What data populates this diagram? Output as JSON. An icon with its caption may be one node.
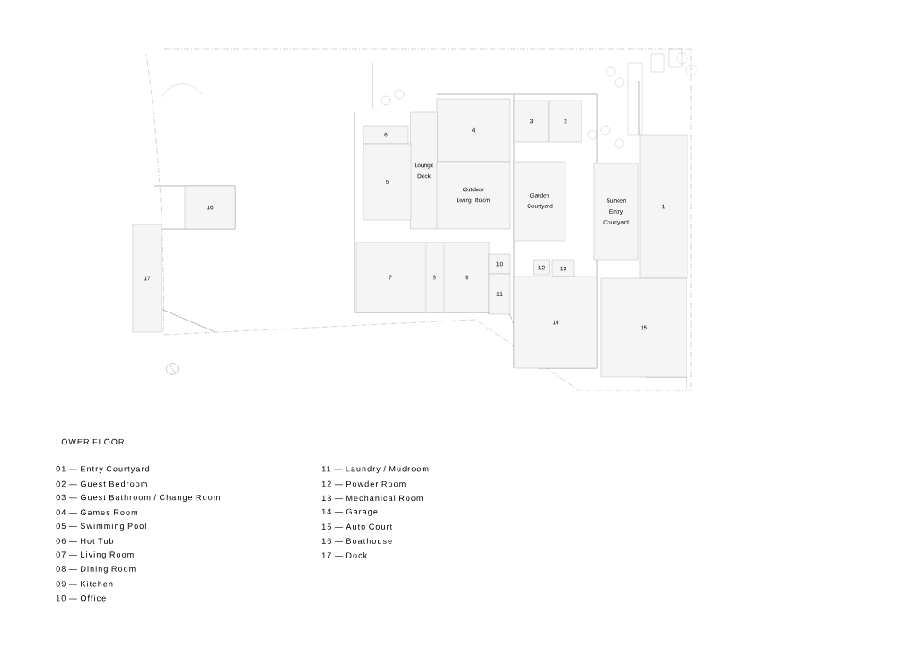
{
  "diagram": {
    "title": "LOWER FLOOR",
    "nodes": [
      {
        "text": [
          "4"
        ]
      },
      {
        "text": [
          "3"
        ]
      },
      {
        "text": [
          "2"
        ]
      },
      {
        "text": [
          "6"
        ]
      },
      {
        "text": [
          "Lounge Deck"
        ]
      },
      {
        "text": [
          "5"
        ]
      },
      {
        "text": [
          "Outdoor Living Room"
        ]
      },
      {
        "text": [
          "Garden Courtyard"
        ]
      },
      {
        "text": [
          "Sunken Entry Courtyard"
        ]
      },
      {
        "text": [
          "1"
        ]
      },
      {
        "text": [
          "16"
        ]
      },
      {
        "text": [
          "17"
        ]
      },
      {
        "text": [
          "7"
        ]
      },
      {
        "text": [
          "8"
        ]
      },
      {
        "text": [
          "9"
        ]
      },
      {
        "text": [
          "10"
        ]
      },
      {
        "text": [
          "12"
        ]
      },
      {
        "text": [
          "13"
        ]
      },
      {
        "text": [
          "11"
        ]
      },
      {
        "text": [
          "14"
        ]
      },
      {
        "text": [
          "15"
        ]
      }
    ],
    "labels": [
      "01 — Entry Courtyard",
      "02 — Guest Bedroom",
      "03 — Guest Bathroom / Change Room",
      "04 — Games Room",
      "05 — Swimming Pool",
      "06 — Hot Tub",
      "07 — Living Room",
      "08 — Dining Room",
      "09 — Kitchen",
      "10 — Office",
      "11 — Laundry / Mudroom",
      "12 — Powder Room",
      "13 — Mechanical Room",
      "14 — Garage",
      "15 — Auto Court",
      "16 — Boathouse",
      "17 — Dock"
    ]
  }
}
